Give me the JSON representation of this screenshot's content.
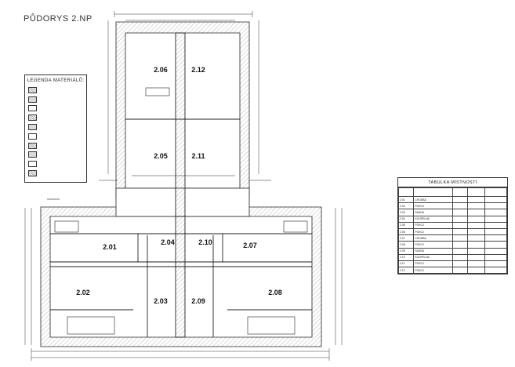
{
  "title": "PŮDORYS 2.NP",
  "rooms": [
    {
      "id": "2.01"
    },
    {
      "id": "2.02"
    },
    {
      "id": "2.03"
    },
    {
      "id": "2.04"
    },
    {
      "id": "2.05"
    },
    {
      "id": "2.06"
    },
    {
      "id": "2.07"
    },
    {
      "id": "2.08"
    },
    {
      "id": "2.09"
    },
    {
      "id": "2.10"
    },
    {
      "id": "2.11"
    },
    {
      "id": "2.12"
    }
  ],
  "legend": {
    "title": "LEGENDA MATERIÁLŮ:",
    "items": [
      "",
      "",
      "",
      "",
      "",
      "",
      "",
      "",
      "",
      ""
    ]
  },
  "room_table": {
    "title": "TABULKA MÍSTNOSTÍ",
    "header": [
      "",
      "",
      "",
      "",
      ""
    ],
    "rows": [
      [
        "2.01",
        "CHODBA",
        "",
        "",
        ""
      ],
      [
        "2.02",
        "POKOJ",
        "",
        "",
        ""
      ],
      [
        "2.03",
        "SAUNA",
        "",
        "",
        ""
      ],
      [
        "2.04",
        "KOUPELNA",
        "",
        "",
        ""
      ],
      [
        "2.05",
        "POKOJ",
        "",
        "",
        ""
      ],
      [
        "2.06",
        "POKOJ",
        "",
        "",
        ""
      ],
      [
        "2.07",
        "CHODBA",
        "",
        "",
        ""
      ],
      [
        "2.08",
        "POKOJ",
        "",
        "",
        ""
      ],
      [
        "2.09",
        "SAUNA",
        "",
        "",
        ""
      ],
      [
        "2.10",
        "KOUPELNA",
        "",
        "",
        ""
      ],
      [
        "2.11",
        "POKOJ",
        "",
        "",
        ""
      ],
      [
        "2.12",
        "POKOJ",
        "",
        "",
        ""
      ]
    ]
  },
  "colors": {
    "line": "#222222",
    "wall_hatch": "#8a8a8a",
    "paper": "#ffffff"
  }
}
